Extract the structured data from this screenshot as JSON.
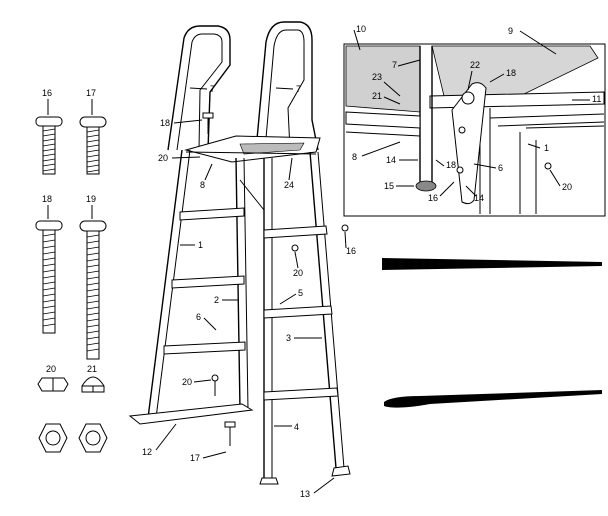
{
  "callouts": {
    "c1": "1",
    "c2": "2",
    "c3": "3",
    "c4": "4",
    "c5": "5",
    "c6": "6",
    "c7a": "7",
    "c7b": "7",
    "c8": "8",
    "c12": "12",
    "c13": "13",
    "c16": "16",
    "c17": "17",
    "c18": "18",
    "c20a": "20",
    "c20b": "20",
    "c20c": "20",
    "c24": "24"
  },
  "hardware": {
    "h16": "16",
    "h17": "17",
    "h18": "18",
    "h19": "19",
    "h20": "20",
    "h21": "21"
  },
  "inset": {
    "i10": "10",
    "i9": "9",
    "i7": "7",
    "i23": "23",
    "i21": "21",
    "i22": "22",
    "i18a": "18",
    "i11": "11",
    "i8": "8",
    "i14a": "14",
    "i14b": "14",
    "i18b": "18",
    "i15": "15",
    "i16": "16",
    "i6": "6",
    "i1": "1",
    "i20": "20"
  }
}
